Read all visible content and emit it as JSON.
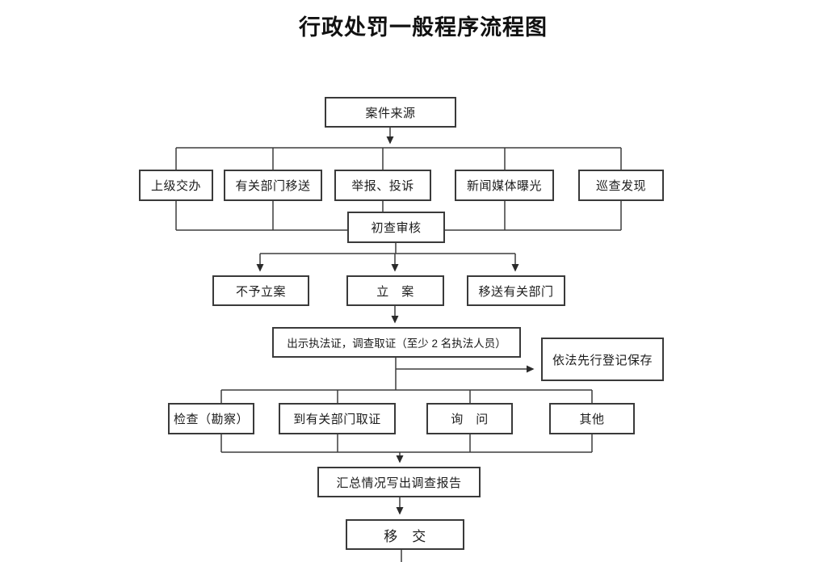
{
  "title": "行政处罚一般程序流程图",
  "nodes": {
    "case_source": "案件来源",
    "superior_assign": "上级交办",
    "dept_transfer": "有关部门移送",
    "report_complaint": "举报、投诉",
    "media_exposure": "新闻媒体曝光",
    "patrol_discovery": "巡查发现",
    "initial_review": "初查审核",
    "no_filing": "不予立案",
    "filing": "立　案",
    "transfer_relevant_dept": "移送有关部门",
    "evidence_collection": "出示执法证，调查取证（至少 2 名执法人员）",
    "register_preserve": "依法先行登记保存",
    "inspection": "检查（勘察）",
    "dept_evidence": "到有关部门取证",
    "inquiry": "询　问",
    "other": "其他",
    "summary_report": "汇总情况写出调查报告",
    "handover": "移　交"
  },
  "colors": {
    "background": "#ffffff",
    "line": "#3d3d3d",
    "box_border": "#3a3a3a",
    "text": "#1c1c1c"
  }
}
